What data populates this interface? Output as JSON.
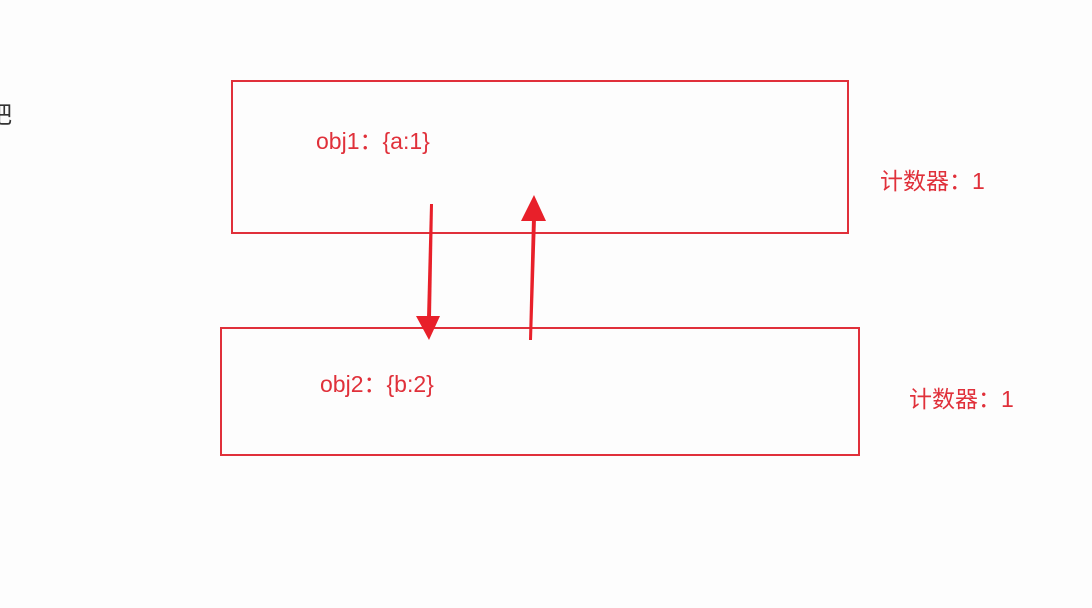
{
  "colors": {
    "accent": "#e0303a",
    "arrow": "#e8202a",
    "background": "#fdfdfd"
  },
  "edge_text": "吧",
  "nodes": [
    {
      "id": "obj1",
      "label": "obj1：{a:1}",
      "counter": "计数器：1"
    },
    {
      "id": "obj2",
      "label": "obj2：{b:2}",
      "counter": "计数器：1"
    }
  ],
  "edges": [
    {
      "from": "obj1",
      "to": "obj2"
    },
    {
      "from": "obj2",
      "to": "obj1"
    }
  ]
}
